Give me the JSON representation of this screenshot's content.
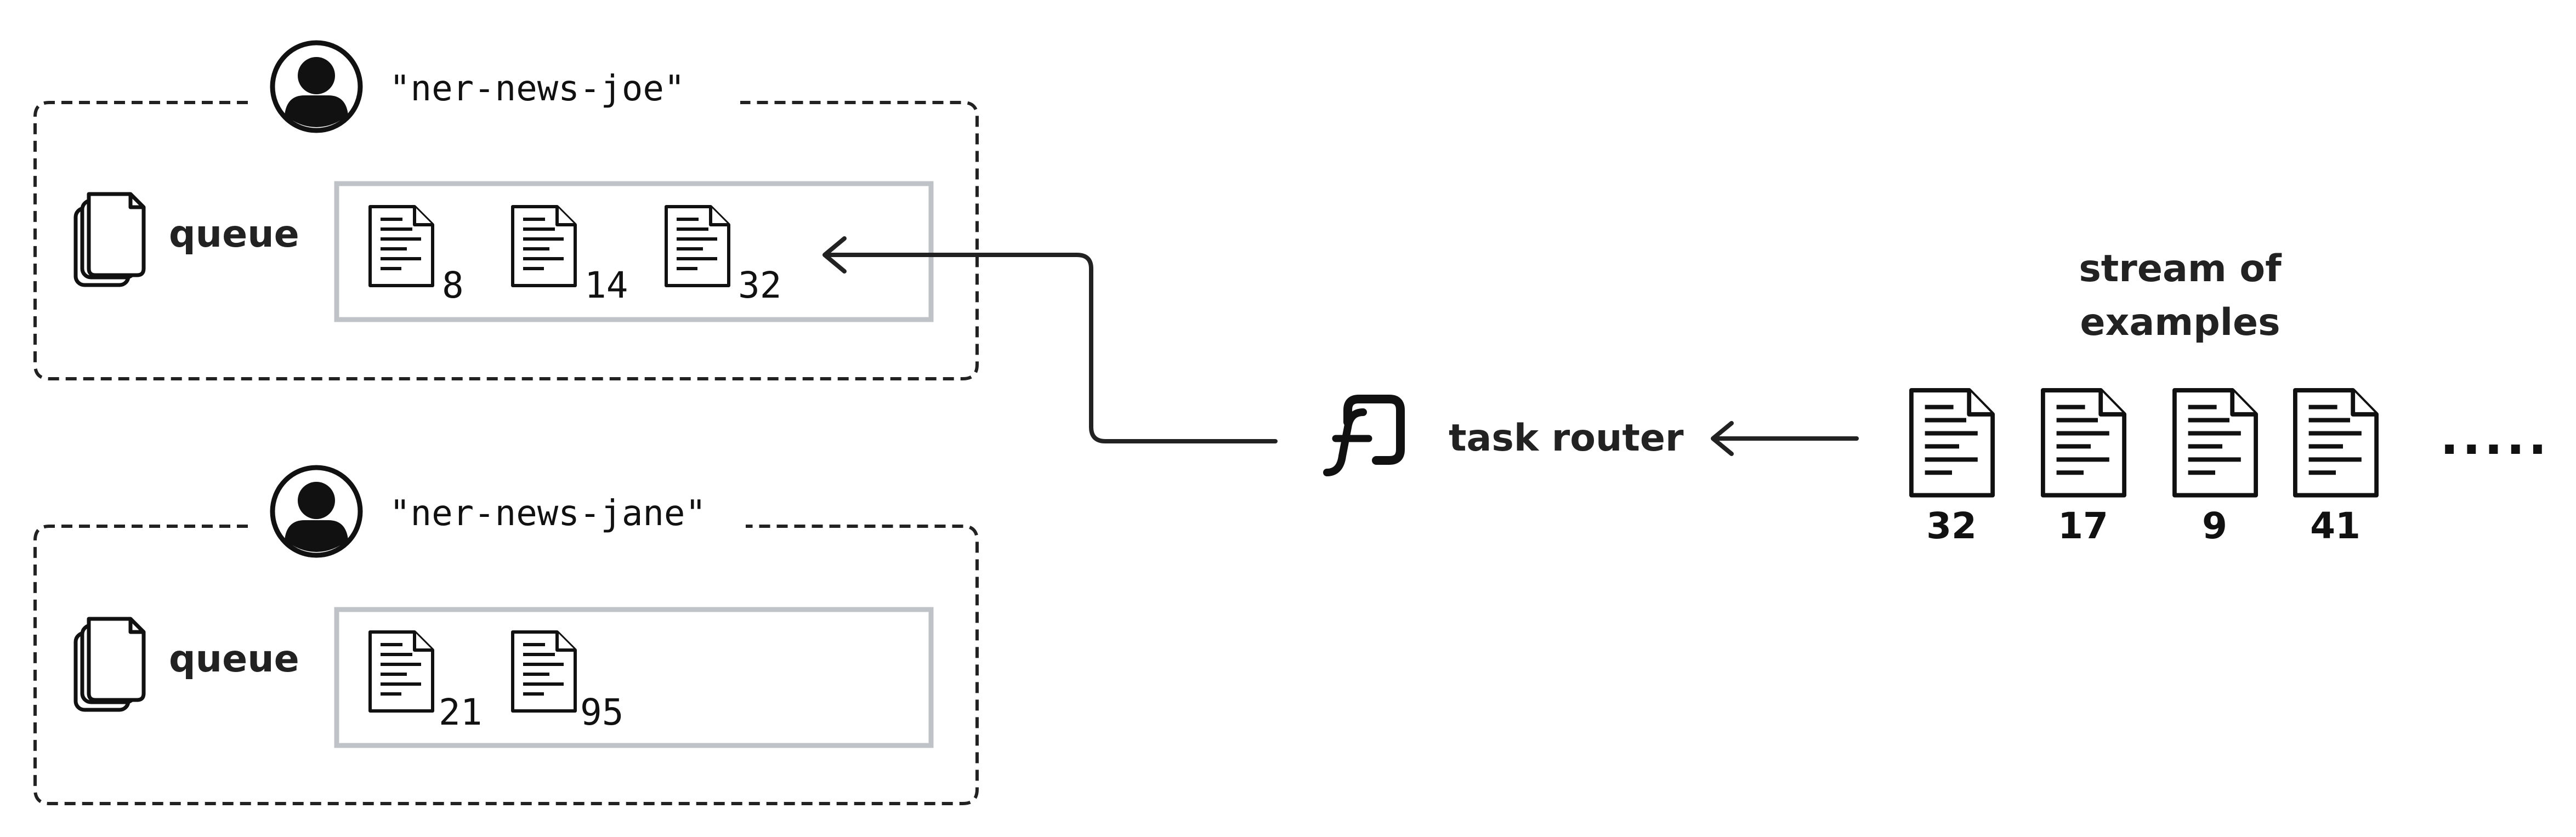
{
  "colors": {
    "stroke": "#222222",
    "queue_box": "#bfc3c7",
    "background": "#ffffff"
  },
  "users": [
    {
      "name": "\"ner-news-joe\"",
      "queue_label": "queue",
      "queue_items": [
        "8",
        "14",
        "32"
      ]
    },
    {
      "name": "\"ner-news-jane\"",
      "queue_label": "queue",
      "queue_items": [
        "21",
        "95"
      ]
    }
  ],
  "router": {
    "label": "task  router",
    "icon": "function-icon"
  },
  "stream": {
    "title_line1": "stream of",
    "title_line2": "examples",
    "items": [
      "32",
      "17",
      "9",
      "41"
    ],
    "ellipsis": "....."
  }
}
